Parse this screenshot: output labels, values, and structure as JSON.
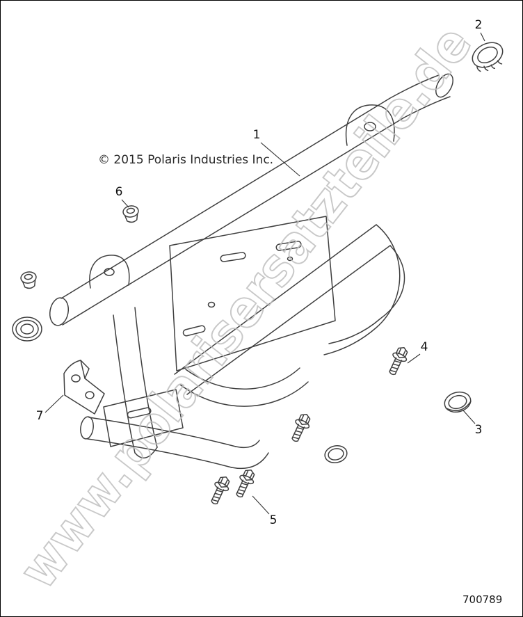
{
  "diagram": {
    "copyright": "© 2015 Polaris Industries Inc.",
    "part_number": "700789",
    "watermark": "www.polarisersatzteile.de",
    "colors": {
      "line": "#3f3f3f",
      "watermark": "#bfbfbf",
      "text": "#111111"
    }
  },
  "callouts": [
    {
      "label": "1"
    },
    {
      "label": "2"
    },
    {
      "label": "3"
    },
    {
      "label": "4"
    },
    {
      "label": "5"
    },
    {
      "label": "6"
    },
    {
      "label": "7"
    }
  ]
}
